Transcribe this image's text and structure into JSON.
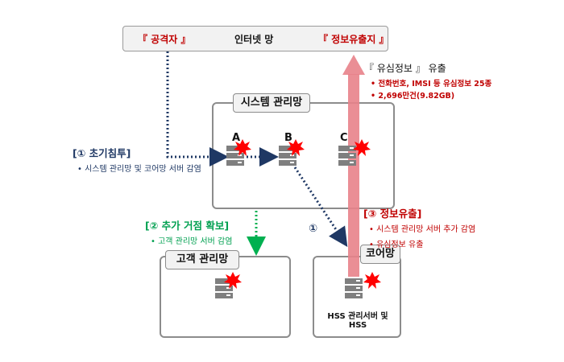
{
  "top": {
    "attacker": "『 공격자 』",
    "internet": "인터넷 망",
    "exfil_site": "『 정보유출지 』"
  },
  "networks": {
    "system": "시스템 관리망",
    "customer": "고객 관리망",
    "core": "코어망"
  },
  "nodes": {
    "a": "A",
    "b": "B",
    "c": "C"
  },
  "core_caption": "HSS 관리서버 및 HSS",
  "step1": {
    "heading": "[① 초기침투]",
    "bullet": "• 시스템 관리망 및 코어망 서버 감염",
    "marker": "①"
  },
  "step2": {
    "heading": "[② 추가 거점 확보]",
    "bullet": "• 고객 관리망 서버 감염"
  },
  "step3": {
    "heading": "[③ 정보유출]",
    "bullets": [
      "• 시스템 관리망 서버 추가 감염",
      "• 유심정보 유출"
    ]
  },
  "leak": {
    "heading": "『 유심정보 』 유출",
    "bullets": [
      "• 전화번호, IMSI 등 유심정보 25종",
      "• 2,696만건(9.82GB)"
    ]
  },
  "colors": {
    "attack_path": "#1f3864",
    "step2_path": "#00b050",
    "exfil_arrow": "#e8828a",
    "burst": "#ff0000",
    "server": "#7f7f7f"
  },
  "icons": [
    "server-icon",
    "infection-burst-icon"
  ]
}
